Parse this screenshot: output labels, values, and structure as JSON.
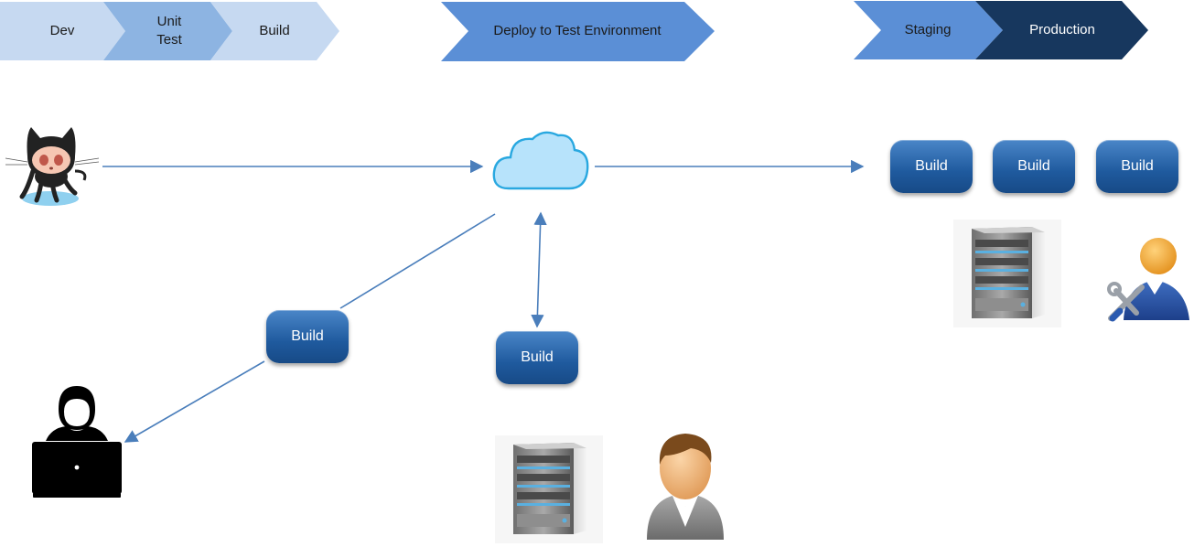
{
  "stages": [
    {
      "id": "dev",
      "label": "Dev"
    },
    {
      "id": "unit-test",
      "label": "Unit\nTest"
    },
    {
      "id": "build",
      "label": "Build"
    },
    {
      "id": "deploy-test",
      "label": "Deploy to Test Environment"
    },
    {
      "id": "staging",
      "label": "Staging"
    },
    {
      "id": "production",
      "label": "Production"
    }
  ],
  "build_nodes": {
    "left": "Build",
    "center": "Build",
    "prod_1": "Build",
    "prod_2": "Build",
    "prod_3": "Build"
  },
  "icons": {
    "source_repo": "github-octocat-icon",
    "cloud": "cloud-icon",
    "developer": "developer-laptop-icon",
    "test_server": "server-icon",
    "tester": "user-icon",
    "prod_server": "server-icon",
    "admin": "admin-user-wrench-icon"
  },
  "colors": {
    "stage_light": "#c6d9f1",
    "stage_mid": "#8db4e2",
    "stage_blue": "#5b8fd6",
    "stage_dark": "#17375e",
    "arrow": "#4a7ebb",
    "build_button": "#2b65a8"
  }
}
